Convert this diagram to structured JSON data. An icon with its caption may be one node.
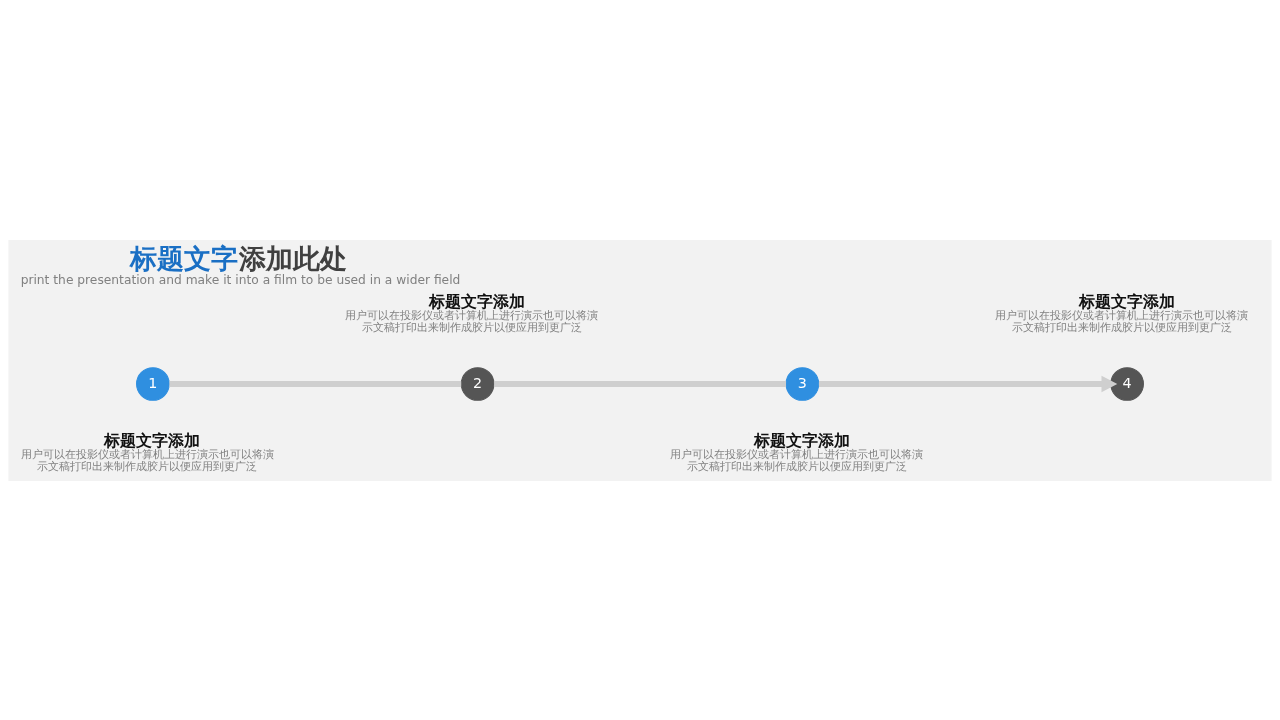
{
  "diagram": {
    "title": "标题文字添加此处",
    "caption": "print the presentation and make it into a film to be used in a wider field",
    "nodes": [
      {
        "text": [
          "1"
        ],
        "beside": [
          "标题文字添加",
          "用户可以在投影仪或者计算机上进行演示也可以将演示文稿打印出来制作成胶片以便应用到更广泛"
        ]
      },
      {
        "text": [
          "2"
        ],
        "beside": [
          "标题文字添加",
          "用户可以在投影仪或者计算机上进行演示也可以将演示文稿打印出来制作成胶片以便应用到更广泛"
        ]
      },
      {
        "text": [
          "3"
        ],
        "beside": [
          "标题文字添加",
          "用户可以在投影仪或者计算机上进行演示也可以将演示文稿打印出来制作成胶片以便应用到更广泛"
        ]
      },
      {
        "text": [
          "4"
        ],
        "beside": [
          "标题文字添加",
          "用户可以在投影仪或者计算机上进行演示也可以将演示文稿打印出来制作成胶片以便应用到更广泛"
        ]
      }
    ],
    "edges": [
      {
        "from": 0,
        "to": 1,
        "arrow": "none"
      },
      {
        "from": 1,
        "to": 2,
        "arrow": "none"
      },
      {
        "from": 2,
        "to": 3,
        "arrow": "to"
      }
    ]
  }
}
